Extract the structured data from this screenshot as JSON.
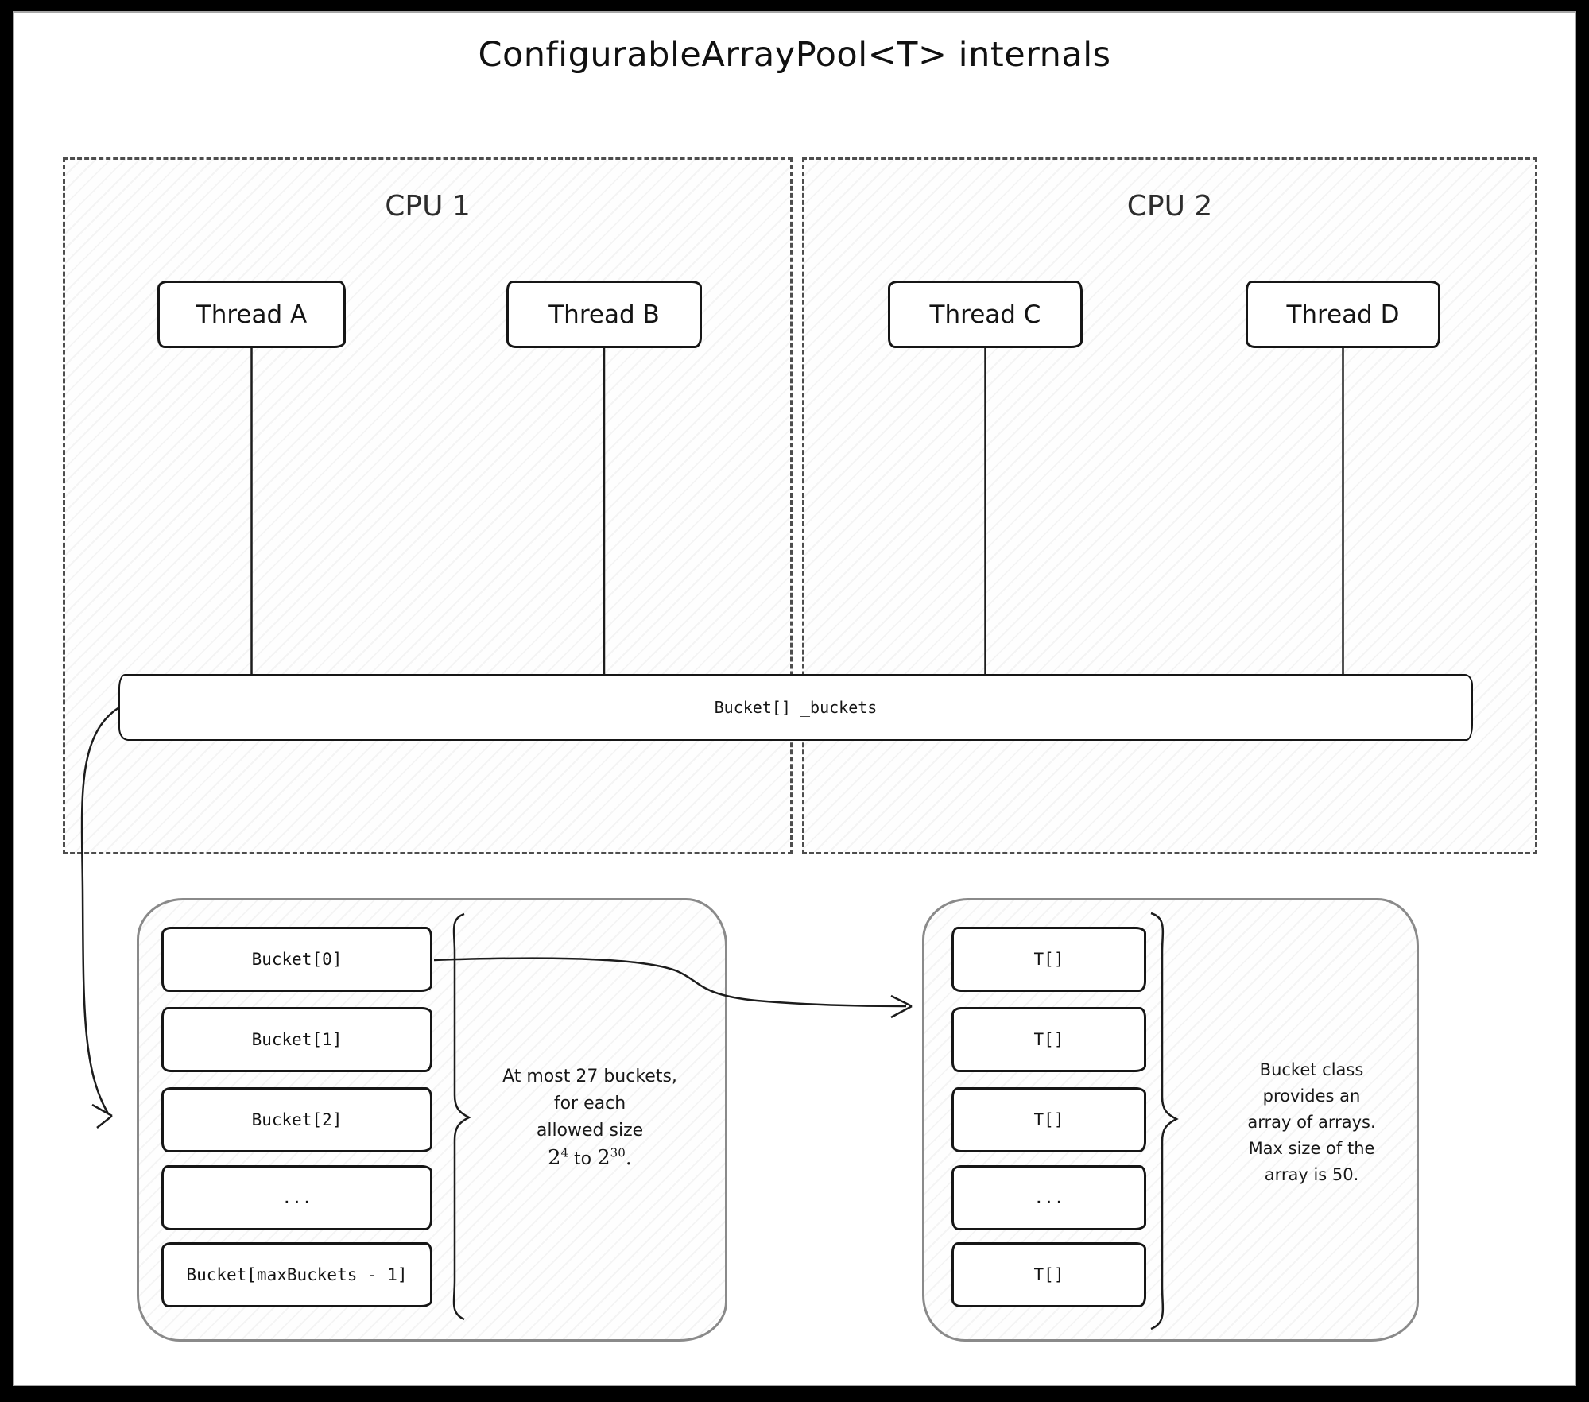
{
  "title": "ConfigurableArrayPool<T> internals",
  "cpus": {
    "cpu1": {
      "label": "CPU 1",
      "threads": {
        "a": "Thread A",
        "b": "Thread B"
      }
    },
    "cpu2": {
      "label": "CPU 2",
      "threads": {
        "c": "Thread C",
        "d": "Thread D"
      }
    }
  },
  "buckets_bar": {
    "label": "Bucket[] _buckets"
  },
  "bucket_array": {
    "rows": [
      "Bucket[0]",
      "Bucket[1]",
      "Bucket[2]",
      "...",
      "Bucket[maxBuckets - 1]"
    ],
    "note": {
      "lines": [
        "At most 27 buckets,",
        "for each",
        "allowed size"
      ],
      "math": {
        "base1": "2",
        "exp1": "4",
        "middle": " to ",
        "base2": "2",
        "exp2": "30",
        "period": "."
      }
    }
  },
  "t_array": {
    "rows": [
      "T[]",
      "T[]",
      "T[]",
      "...",
      "T[]"
    ],
    "note": {
      "lines": [
        "Bucket class",
        "provides an",
        "array of arrays.",
        "Max size of the",
        "array is 50."
      ]
    }
  },
  "colors": {
    "ink": "#1a1a1a",
    "container_border": "#8a8a8a",
    "cpu_dash": "#4d4d4d",
    "frame": "#000000",
    "sheet": "#ffffff"
  }
}
